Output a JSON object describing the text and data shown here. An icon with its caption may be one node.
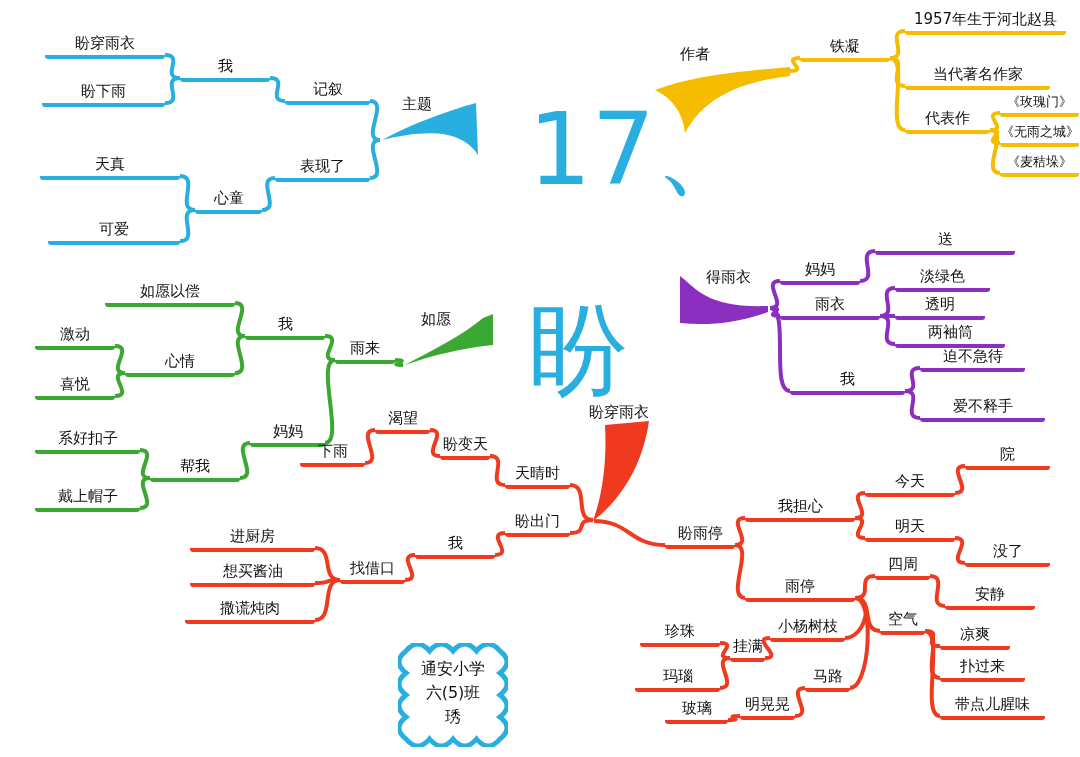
{
  "diagram": {
    "title": "17、盼",
    "nodes": [
      {
        "text": [
          "主题"
        ]
      },
      {
        "text": [
          "记叙"
        ]
      },
      {
        "text": [
          "我"
        ]
      },
      {
        "text": [
          "盼穿雨衣"
        ]
      },
      {
        "text": [
          "盼下雨"
        ]
      },
      {
        "text": [
          "表现了"
        ]
      },
      {
        "text": [
          "心童"
        ]
      },
      {
        "text": [
          "天真"
        ]
      },
      {
        "text": [
          "可爱"
        ]
      },
      {
        "text": [
          "作者"
        ]
      },
      {
        "text": [
          "铁凝"
        ]
      },
      {
        "text": [
          "1957年生于河北赵县"
        ]
      },
      {
        "text": [
          "当代著名作家"
        ]
      },
      {
        "text": [
          "代表作"
        ]
      },
      {
        "text": [
          "《玫瑰门》"
        ]
      },
      {
        "text": [
          "《无雨之城》"
        ]
      },
      {
        "text": [
          "《麦秸垛》"
        ]
      },
      {
        "text": [
          "得雨衣"
        ]
      },
      {
        "text": [
          "妈妈"
        ]
      },
      {
        "text": [
          "送"
        ]
      },
      {
        "text": [
          "雨衣"
        ]
      },
      {
        "text": [
          "淡绿色"
        ]
      },
      {
        "text": [
          "透明"
        ]
      },
      {
        "text": [
          "两袖筒"
        ]
      },
      {
        "text": [
          "我"
        ]
      },
      {
        "text": [
          "迫不急待"
        ]
      },
      {
        "text": [
          "爱不释手"
        ]
      },
      {
        "text": [
          "如愿"
        ]
      },
      {
        "text": [
          "雨来"
        ]
      },
      {
        "text": [
          "我"
        ]
      },
      {
        "text": [
          "如愿以偿"
        ]
      },
      {
        "text": [
          "心情"
        ]
      },
      {
        "text": [
          "激动"
        ]
      },
      {
        "text": [
          "喜悦"
        ]
      },
      {
        "text": [
          "妈妈"
        ]
      },
      {
        "text": [
          "帮我"
        ]
      },
      {
        "text": [
          "系好扣子"
        ]
      },
      {
        "text": [
          "戴上帽子"
        ]
      },
      {
        "text": [
          "盼穿雨衣"
        ]
      },
      {
        "text": [
          "天晴时"
        ]
      },
      {
        "text": [
          "盼变天"
        ]
      },
      {
        "text": [
          "渴望"
        ]
      },
      {
        "text": [
          "下雨"
        ]
      },
      {
        "text": [
          "盼出门"
        ]
      },
      {
        "text": [
          "我"
        ]
      },
      {
        "text": [
          "找借口"
        ]
      },
      {
        "text": [
          "进厨房"
        ]
      },
      {
        "text": [
          "想买酱油"
        ]
      },
      {
        "text": [
          "撒谎炖肉"
        ]
      },
      {
        "text": [
          "盼雨停"
        ]
      },
      {
        "text": [
          "我担心"
        ]
      },
      {
        "text": [
          "今天"
        ]
      },
      {
        "text": [
          "院"
        ]
      },
      {
        "text": [
          "明天"
        ]
      },
      {
        "text": [
          "没了"
        ]
      },
      {
        "text": [
          "雨停"
        ]
      },
      {
        "text": [
          "四周"
        ]
      },
      {
        "text": [
          "安静"
        ]
      },
      {
        "text": [
          "空气"
        ]
      },
      {
        "text": [
          "凉爽"
        ]
      },
      {
        "text": [
          "扑过来"
        ]
      },
      {
        "text": [
          "带点儿腥味"
        ]
      },
      {
        "text": [
          "小杨树枝"
        ]
      },
      {
        "text": [
          "挂满"
        ]
      },
      {
        "text": [
          "珍珠"
        ]
      },
      {
        "text": [
          "玛瑙"
        ]
      },
      {
        "text": [
          "马路"
        ]
      },
      {
        "text": [
          "明晃晃"
        ]
      },
      {
        "text": [
          "玻璃"
        ]
      },
      {
        "text": [
          "通安小学",
          "六(5)班",
          "琇"
        ]
      }
    ],
    "edges": [
      {
        "from": 0,
        "to": 1,
        "arrow": "none",
        "color": "#29aee0"
      },
      {
        "from": 1,
        "to": 2,
        "arrow": "none",
        "color": "#29aee0"
      },
      {
        "from": 2,
        "to": 3,
        "arrow": "none",
        "color": "#29aee0"
      },
      {
        "from": 2,
        "to": 4,
        "arrow": "none",
        "color": "#29aee0"
      },
      {
        "from": 0,
        "to": 5,
        "arrow": "none",
        "color": "#29aee0"
      },
      {
        "from": 5,
        "to": 6,
        "arrow": "none",
        "color": "#29aee0"
      },
      {
        "from": 6,
        "to": 7,
        "arrow": "none",
        "color": "#29aee0"
      },
      {
        "from": 6,
        "to": 8,
        "arrow": "none",
        "color": "#29aee0"
      },
      {
        "from": 9,
        "to": 10,
        "arrow": "none",
        "color": "#f5bc00"
      },
      {
        "from": 10,
        "to": 11,
        "arrow": "none",
        "color": "#f5bc00"
      },
      {
        "from": 10,
        "to": 12,
        "arrow": "none",
        "color": "#f5bc00"
      },
      {
        "from": 10,
        "to": 13,
        "arrow": "none",
        "color": "#f5bc00"
      },
      {
        "from": 13,
        "to": 14,
        "arrow": "none",
        "color": "#f5bc00"
      },
      {
        "from": 13,
        "to": 15,
        "arrow": "none",
        "color": "#f5bc00"
      },
      {
        "from": 13,
        "to": 16,
        "arrow": "none",
        "color": "#f5bc00"
      },
      {
        "from": 17,
        "to": 18,
        "arrow": "none",
        "color": "#8a2fc0"
      },
      {
        "from": 18,
        "to": 19,
        "arrow": "none",
        "color": "#8a2fc0"
      },
      {
        "from": 17,
        "to": 20,
        "arrow": "none",
        "color": "#8a2fc0"
      },
      {
        "from": 20,
        "to": 21,
        "arrow": "none",
        "color": "#8a2fc0"
      },
      {
        "from": 20,
        "to": 22,
        "arrow": "none",
        "color": "#8a2fc0"
      },
      {
        "from": 20,
        "to": 23,
        "arrow": "none",
        "color": "#8a2fc0"
      },
      {
        "from": 17,
        "to": 24,
        "arrow": "none",
        "color": "#8a2fc0"
      },
      {
        "from": 24,
        "to": 25,
        "arrow": "none",
        "color": "#8a2fc0"
      },
      {
        "from": 24,
        "to": 26,
        "arrow": "none",
        "color": "#8a2fc0"
      },
      {
        "from": 27,
        "to": 28,
        "arrow": "none",
        "color": "#3aa832"
      },
      {
        "from": 28,
        "to": 29,
        "arrow": "none",
        "color": "#3aa832"
      },
      {
        "from": 29,
        "to": 30,
        "arrow": "none",
        "color": "#3aa832"
      },
      {
        "from": 29,
        "to": 31,
        "arrow": "none",
        "color": "#3aa832"
      },
      {
        "from": 31,
        "to": 32,
        "arrow": "none",
        "color": "#3aa832"
      },
      {
        "from": 31,
        "to": 33,
        "arrow": "none",
        "color": "#3aa832"
      },
      {
        "from": 28,
        "to": 34,
        "arrow": "none",
        "color": "#3aa832"
      },
      {
        "from": 34,
        "to": 35,
        "arrow": "none",
        "color": "#3aa832"
      },
      {
        "from": 35,
        "to": 36,
        "arrow": "none",
        "color": "#3aa832"
      },
      {
        "from": 35,
        "to": 37,
        "arrow": "none",
        "color": "#3aa832"
      },
      {
        "from": 38,
        "to": 39,
        "arrow": "none"
      },
      {
        "from": 39,
        "to": 40,
        "arrow": "none"
      },
      {
        "from": 40,
        "to": 41,
        "arrow": "none"
      },
      {
        "from": 41,
        "to": 42,
        "arrow": "none"
      },
      {
        "from": 38,
        "to": 43,
        "arrow": "none"
      },
      {
        "from": 43,
        "to": 44,
        "arrow": "none"
      },
      {
        "from": 44,
        "to": 45,
        "arrow": "none"
      },
      {
        "from": 45,
        "to": 46,
        "arrow": "none"
      },
      {
        "from": 45,
        "to": 47,
        "arrow": "none"
      },
      {
        "from": 45,
        "to": 48,
        "arrow": "none"
      },
      {
        "from": 38,
        "to": 49,
        "arrow": "none"
      },
      {
        "from": 49,
        "to": 50,
        "arrow": "none"
      },
      {
        "from": 50,
        "to": 51,
        "arrow": "none"
      },
      {
        "from": 51,
        "to": 52,
        "arrow": "none"
      },
      {
        "from": 50,
        "to": 53,
        "arrow": "none"
      },
      {
        "from": 53,
        "to": 54,
        "arrow": "none"
      },
      {
        "from": 49,
        "to": 55,
        "arrow": "none"
      },
      {
        "from": 55,
        "to": 56,
        "arrow": "none"
      },
      {
        "from": 56,
        "to": 57,
        "arrow": "none"
      },
      {
        "from": 55,
        "to": 58,
        "arrow": "none"
      },
      {
        "from": 58,
        "to": 59,
        "arrow": "none"
      },
      {
        "from": 58,
        "to": 60,
        "arrow": "none"
      },
      {
        "from": 58,
        "to": 61,
        "arrow": "none"
      },
      {
        "from": 55,
        "to": 62,
        "arrow": "none"
      },
      {
        "from": 62,
        "to": 63,
        "arrow": "none"
      },
      {
        "from": 63,
        "to": 64,
        "arrow": "none"
      },
      {
        "from": 63,
        "to": 65,
        "arrow": "none"
      },
      {
        "from": 55,
        "to": 66,
        "arrow": "none"
      },
      {
        "from": 66,
        "to": 67,
        "arrow": "none"
      },
      {
        "from": 67,
        "to": 68,
        "arrow": "none"
      }
    ]
  }
}
